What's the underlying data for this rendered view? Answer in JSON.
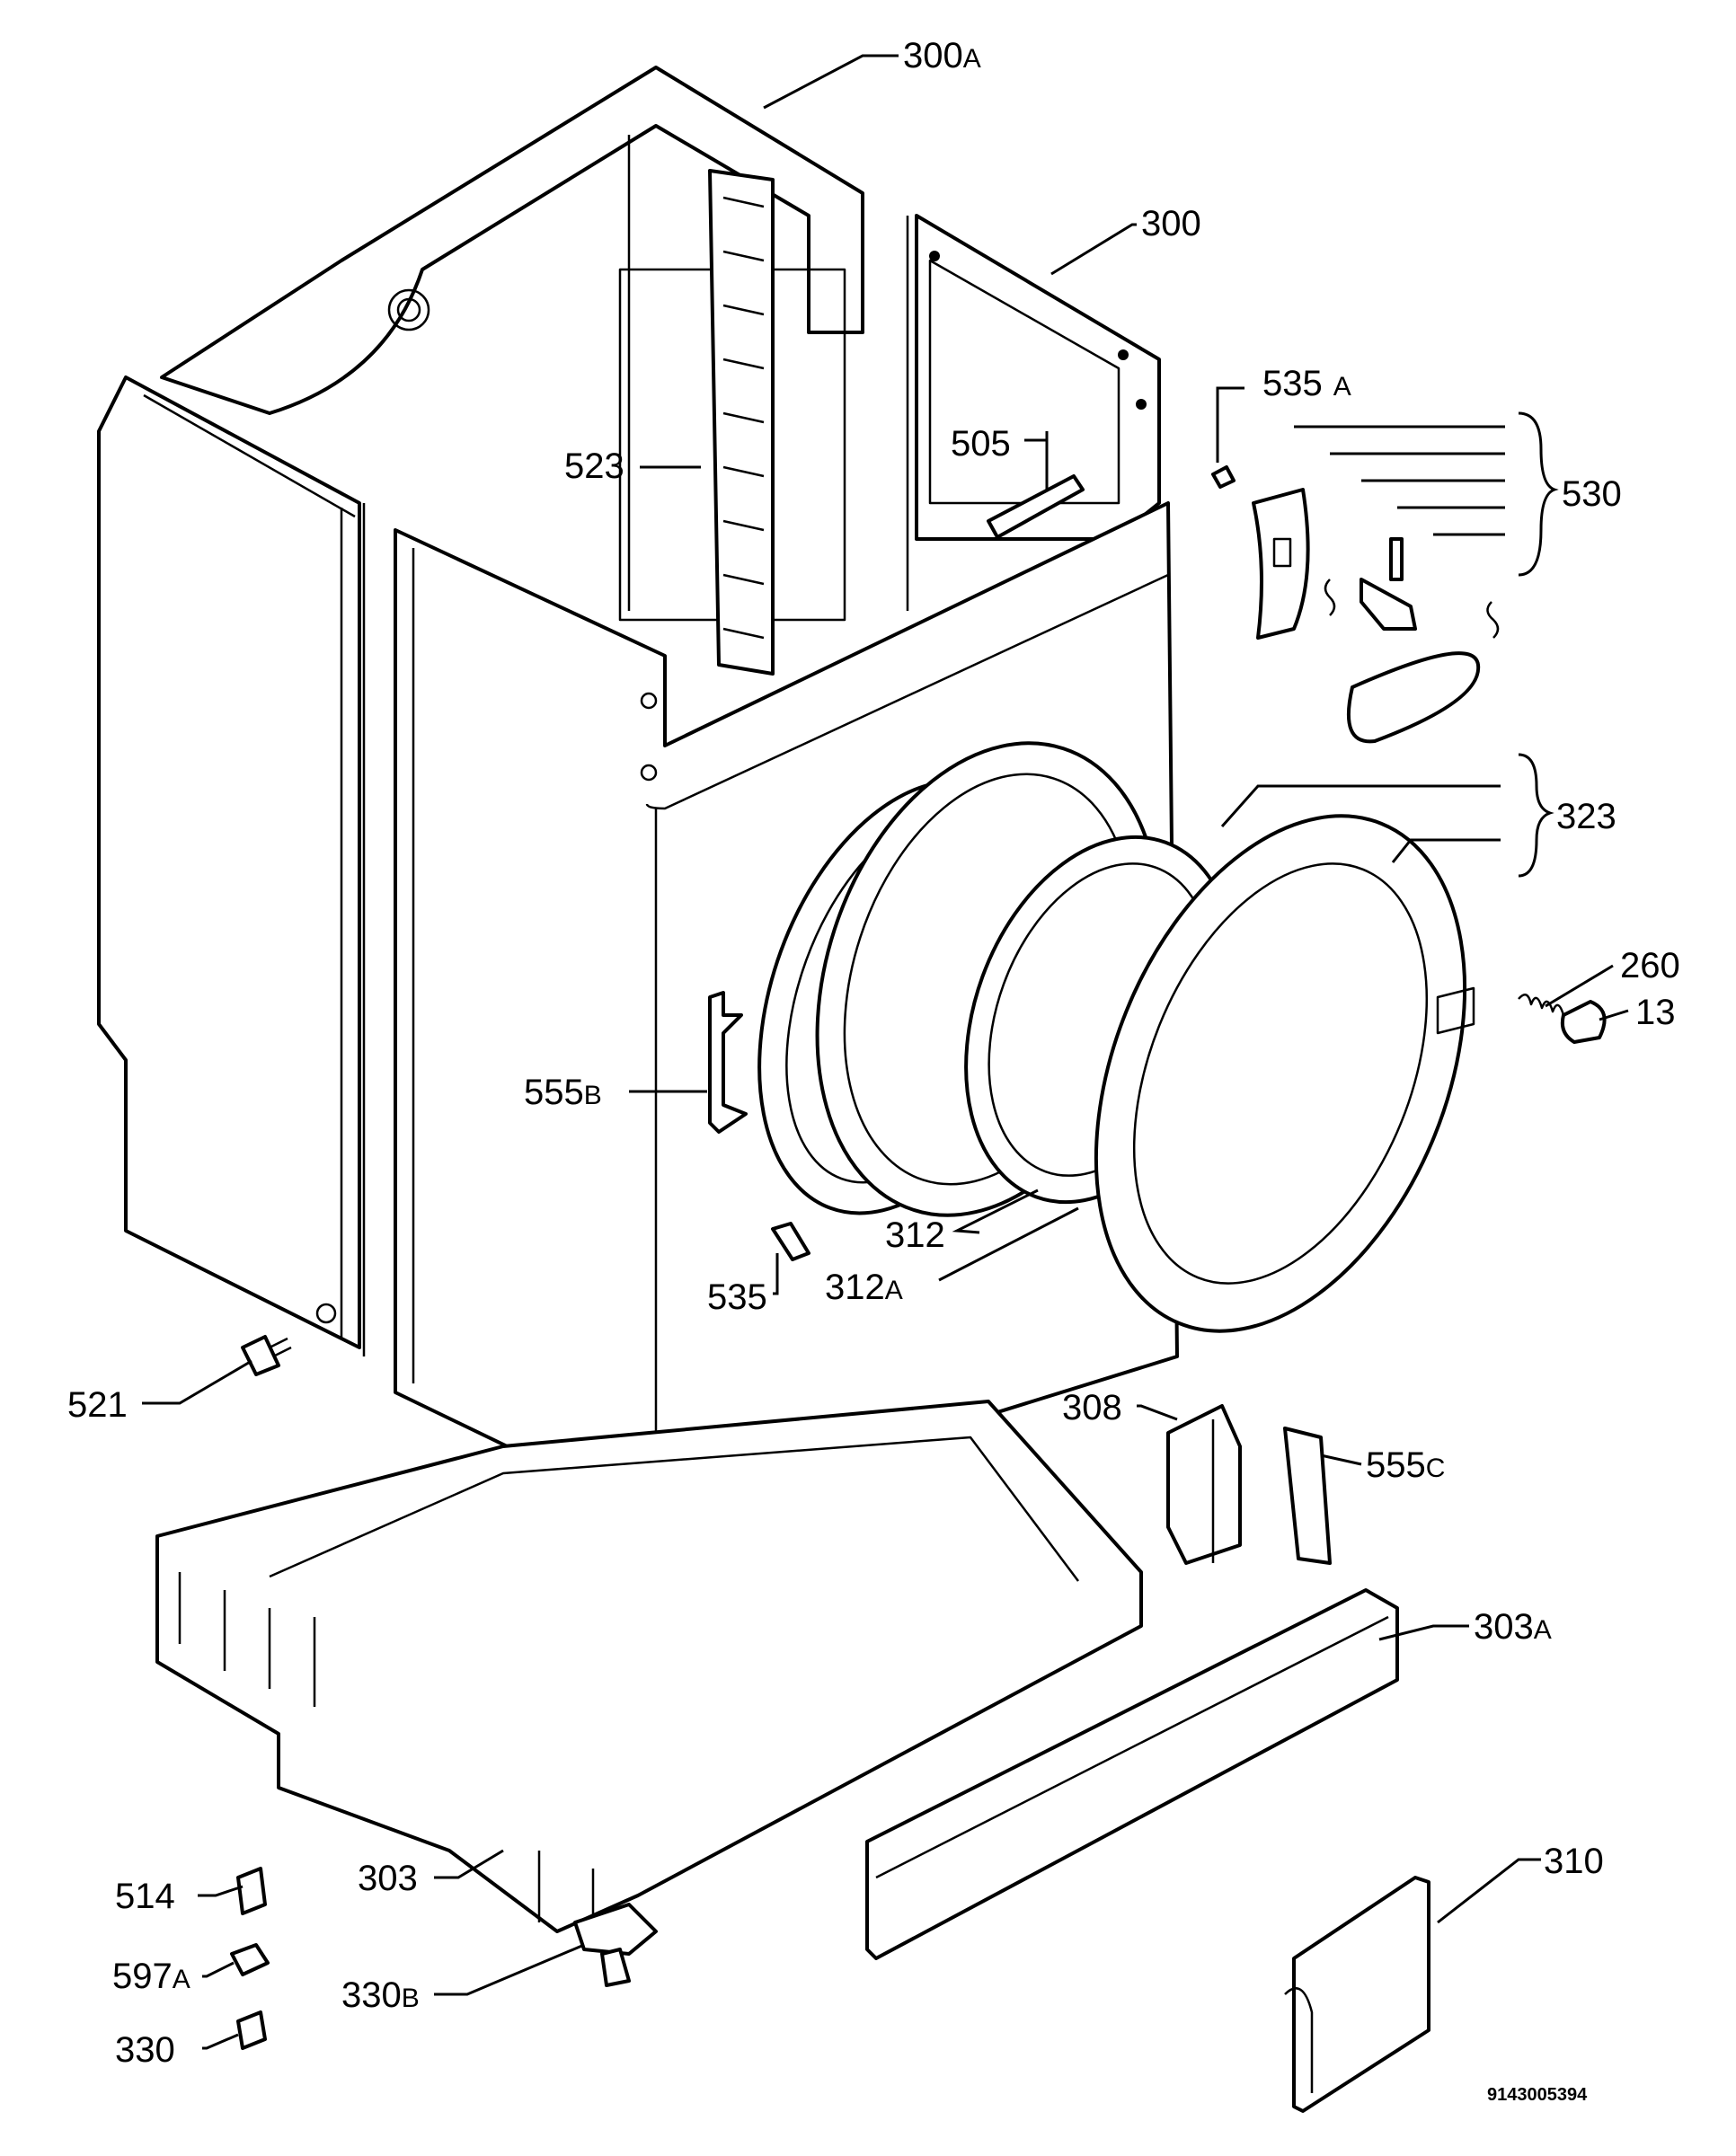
{
  "document_code": "9143005394",
  "parts": [
    {
      "id": "p300a",
      "num": "300",
      "suffix": "A"
    },
    {
      "id": "p300",
      "num": "300",
      "suffix": ""
    },
    {
      "id": "p523",
      "num": "523",
      "suffix": ""
    },
    {
      "id": "p505",
      "num": "505",
      "suffix": ""
    },
    {
      "id": "p535a",
      "num": "535",
      "suffix": "A"
    },
    {
      "id": "p530",
      "num": "530",
      "suffix": ""
    },
    {
      "id": "p323",
      "num": "323",
      "suffix": ""
    },
    {
      "id": "p260",
      "num": "260",
      "suffix": ""
    },
    {
      "id": "p13",
      "num": "13",
      "suffix": ""
    },
    {
      "id": "p555b",
      "num": "555",
      "suffix": "B"
    },
    {
      "id": "p312",
      "num": "312",
      "suffix": ""
    },
    {
      "id": "p312a",
      "num": "312",
      "suffix": "A"
    },
    {
      "id": "p535",
      "num": "535",
      "suffix": ""
    },
    {
      "id": "p521",
      "num": "521",
      "suffix": ""
    },
    {
      "id": "p308",
      "num": "308",
      "suffix": ""
    },
    {
      "id": "p555c",
      "num": "555",
      "suffix": "C"
    },
    {
      "id": "p303a",
      "num": "303",
      "suffix": "A"
    },
    {
      "id": "p514",
      "num": "514",
      "suffix": ""
    },
    {
      "id": "p303",
      "num": "303",
      "suffix": ""
    },
    {
      "id": "p310",
      "num": "310",
      "suffix": ""
    },
    {
      "id": "p597a",
      "num": "597",
      "suffix": "A"
    },
    {
      "id": "p330b",
      "num": "330",
      "suffix": "B"
    },
    {
      "id": "p330",
      "num": "330",
      "suffix": ""
    }
  ]
}
